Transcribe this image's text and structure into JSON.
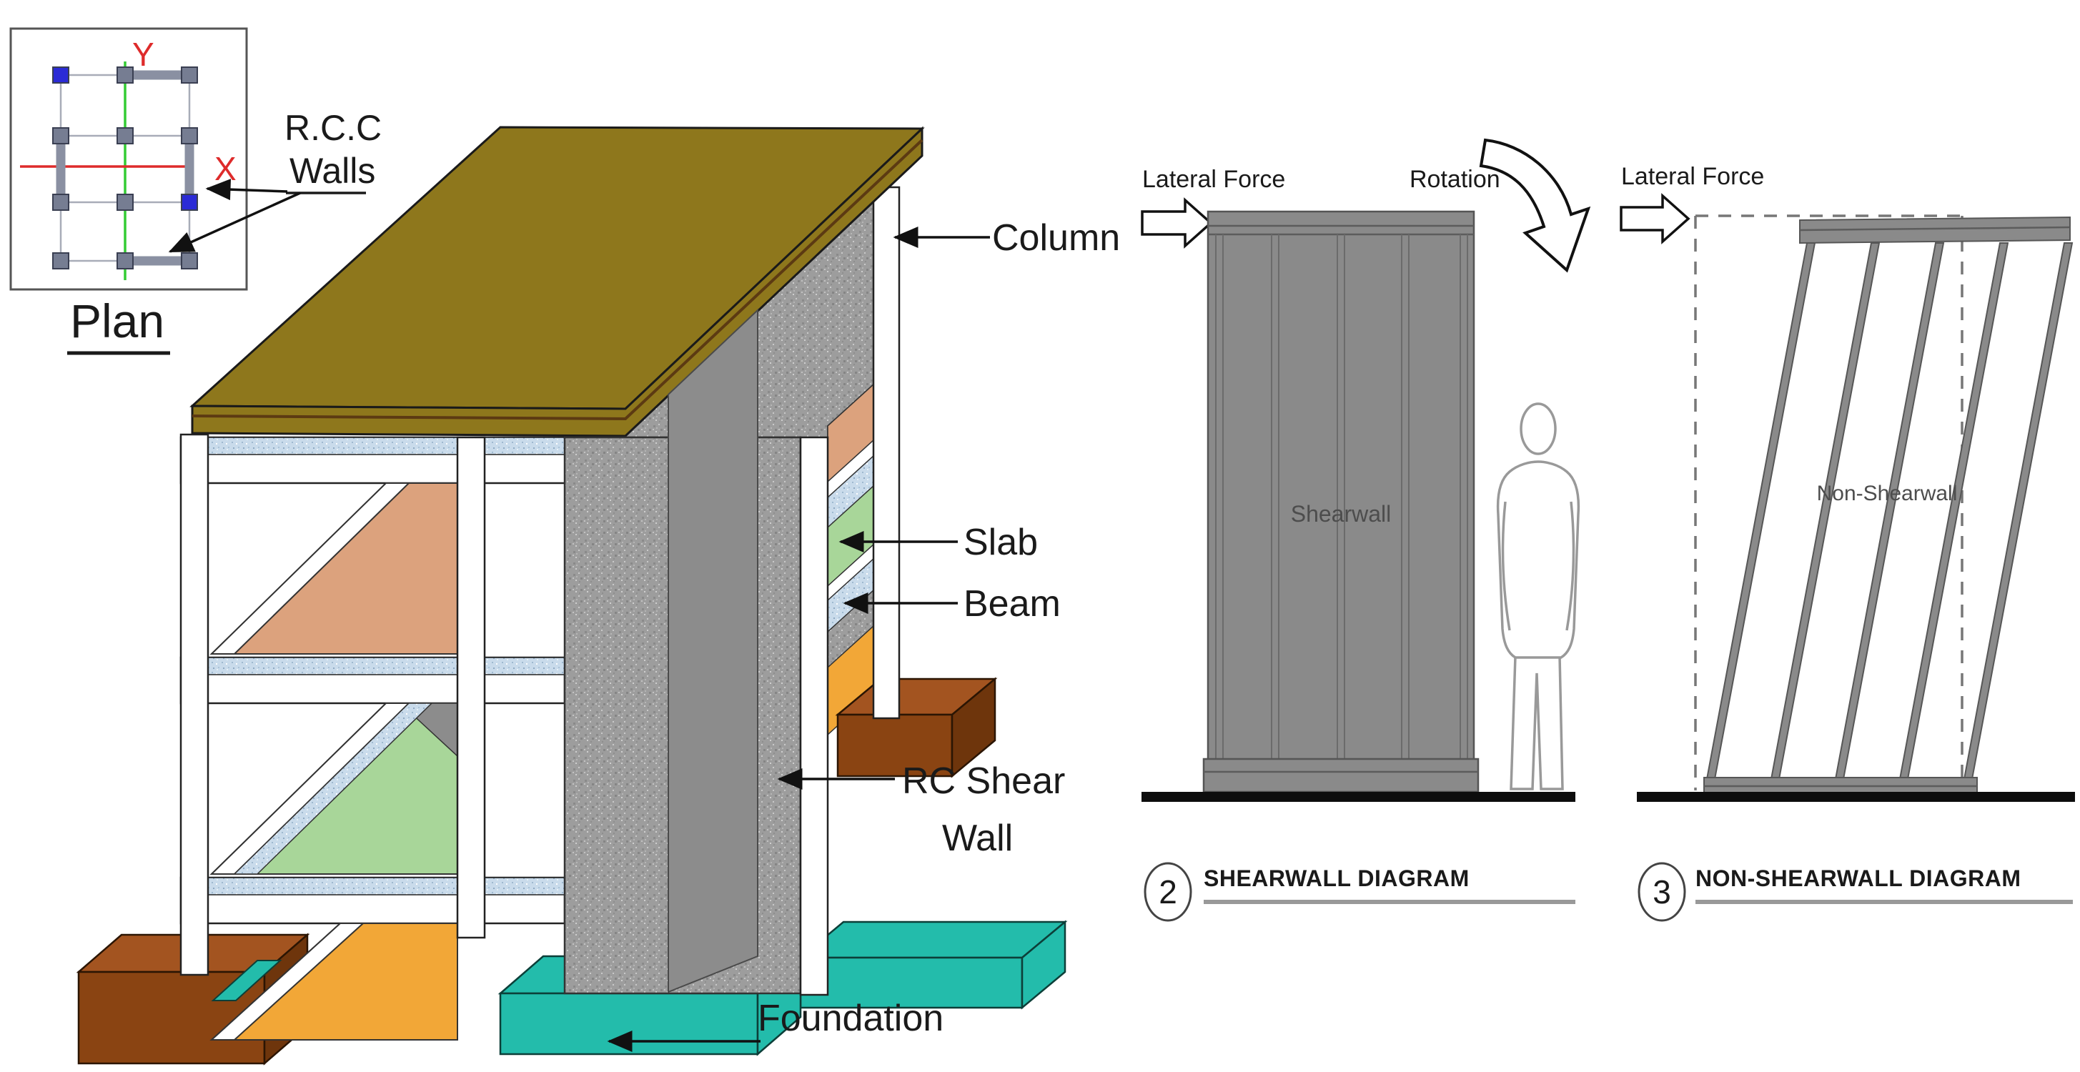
{
  "figure": {
    "plan": {
      "title": "Plan",
      "axis_x": "X",
      "axis_y": "Y",
      "walls_label_line1": "R.C.C",
      "walls_label_line2": "Walls"
    },
    "labels": {
      "column": "Column",
      "slab": "Slab",
      "beam": "Beam",
      "shear_wall_line1": "RC Shear",
      "shear_wall_line2": "Wall",
      "foundation": "Foundation"
    },
    "colors": {
      "roof": "#8E771C",
      "roof_edge_line": "#5C3A12",
      "slab_top": "#DCA27D",
      "slab_middle": "#A8D699",
      "slab_ground": "#F2A737",
      "foundation_teal": "#23BCAB",
      "footing_brown_front": "#8A4412",
      "footing_brown_top": "#A35420",
      "footing_brown_side": "#6E350C",
      "shear_wall_speckle_base": "#9D9D9D",
      "perpendicular_wall_gray": "#8C8C8C",
      "beam_speckle_base": "#C9DBEB",
      "axis_x_red": "#DE2B2B",
      "axis_y_green": "#33CC33",
      "plan_wall_gray": "#8A90A2",
      "plan_node_blue": "#2B2BD6",
      "plan_node_gray": "#767D92",
      "diagram_wall_gray": "#8A8A8A"
    }
  },
  "shearwall_diagram": {
    "number": "2",
    "title": "SHEARWALL DIAGRAM",
    "lateral_force": "Lateral Force",
    "rotation": "Rotation",
    "wall_label": "Shearwall"
  },
  "non_shearwall_diagram": {
    "number": "3",
    "title": "NON-SHEARWALL DIAGRAM",
    "lateral_force": "Lateral Force",
    "wall_label": "Non-Shearwall"
  }
}
